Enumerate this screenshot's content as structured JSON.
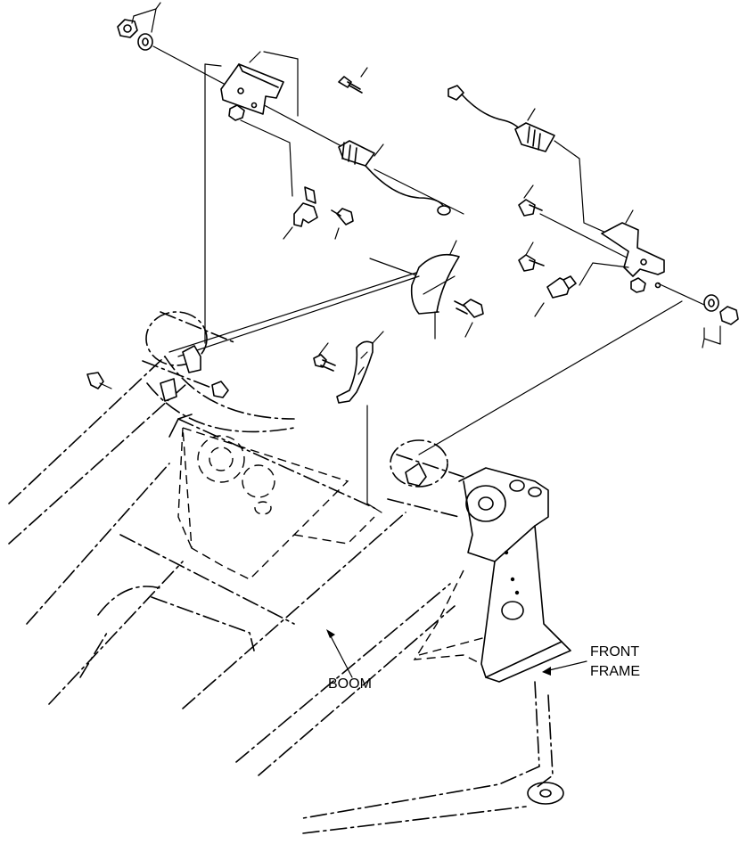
{
  "diagram": {
    "labels": {
      "boom": "BOOM",
      "front_frame_line1": "FRONT",
      "front_frame_line2": "FRAME"
    }
  }
}
